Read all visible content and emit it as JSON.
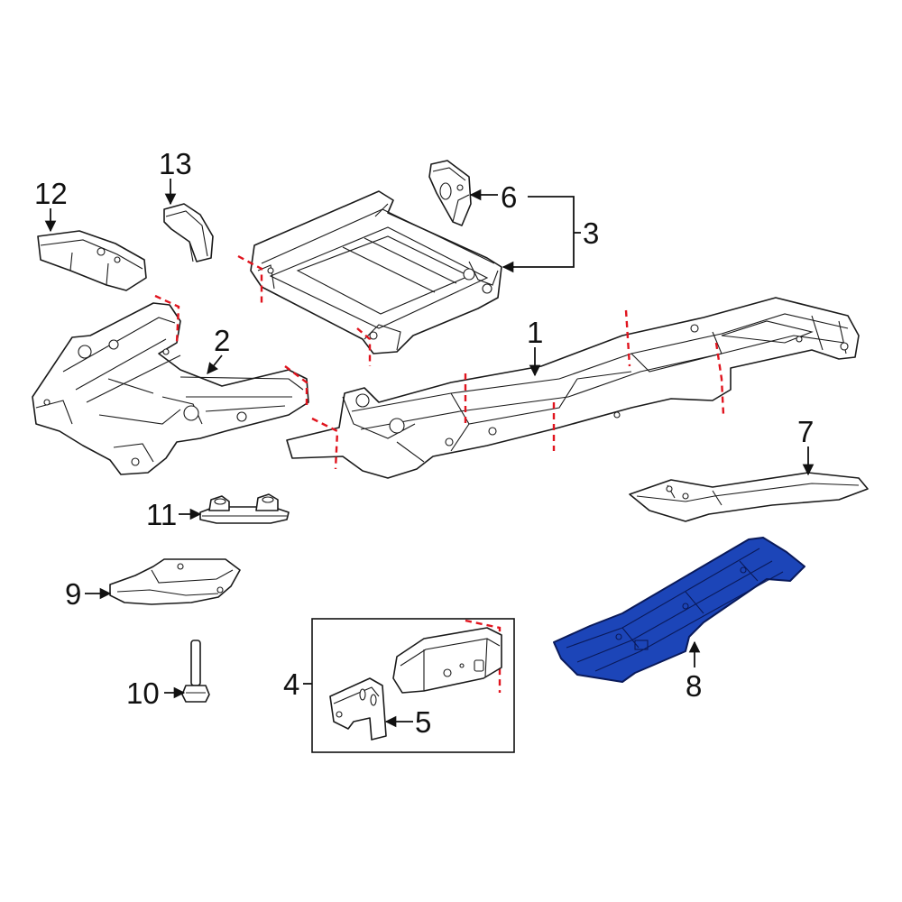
{
  "diagram": {
    "callouts": {
      "c1": "1",
      "c2": "2",
      "c3": "3",
      "c4": "4",
      "c5": "5",
      "c6": "6",
      "c7": "7",
      "c8": "8",
      "c9": "9",
      "c10": "10",
      "c11": "11",
      "c12": "12",
      "c13": "13"
    },
    "colors": {
      "highlight_fill": "#1c45b8",
      "highlight_stroke": "#0a1a5a",
      "cut_line": "#e0141e",
      "line": "#1a1a1a"
    },
    "highlighted_part": "8"
  }
}
